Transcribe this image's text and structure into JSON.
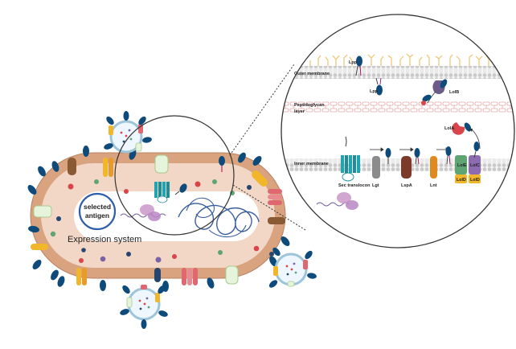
{
  "labels": {
    "selected_antigen_line1": "selected",
    "selected_antigen_line2": "antigen",
    "expression_system": "Expression system",
    "outer_membrane": "Outer membrane",
    "peptidoglycan_line1": "Peptidoglycan",
    "peptidoglycan_line2": "layer",
    "inner_membrane": "Inner membrane",
    "lpp_top": "Lpp",
    "lpp_bottom": "Lpp",
    "lolb": "LolB",
    "lola": "LolA",
    "sec_translocon": "Sec translocon",
    "lgt": "Lgt",
    "lspa": "LspA",
    "lnt": "Lnt",
    "lole": "LolE",
    "lolc": "LolC",
    "lold_left": "LolD",
    "lold_right": "LolD"
  },
  "colors": {
    "cell_wall": "#d9a37f",
    "cytoplasm": "#f2d6c6",
    "nucleoid_zone": "#ffffff",
    "dna": "#3a5f9c",
    "lipoprotein_blue": "#0e4a7a",
    "teal_channel": "#21a3b0",
    "lolb_purple": "#6b5b8a",
    "lola_red": "#d8454b",
    "lole_green": "#5fa574",
    "lolc_purple": "#8d6bb0",
    "lold_yellow": "#f2b62a",
    "lgt_gray": "#8c8c8c",
    "lspa_brown": "#7b3a2a",
    "lnt_orange": "#e08a1e",
    "lipid_tail_yellow": "#efc36a"
  }
}
